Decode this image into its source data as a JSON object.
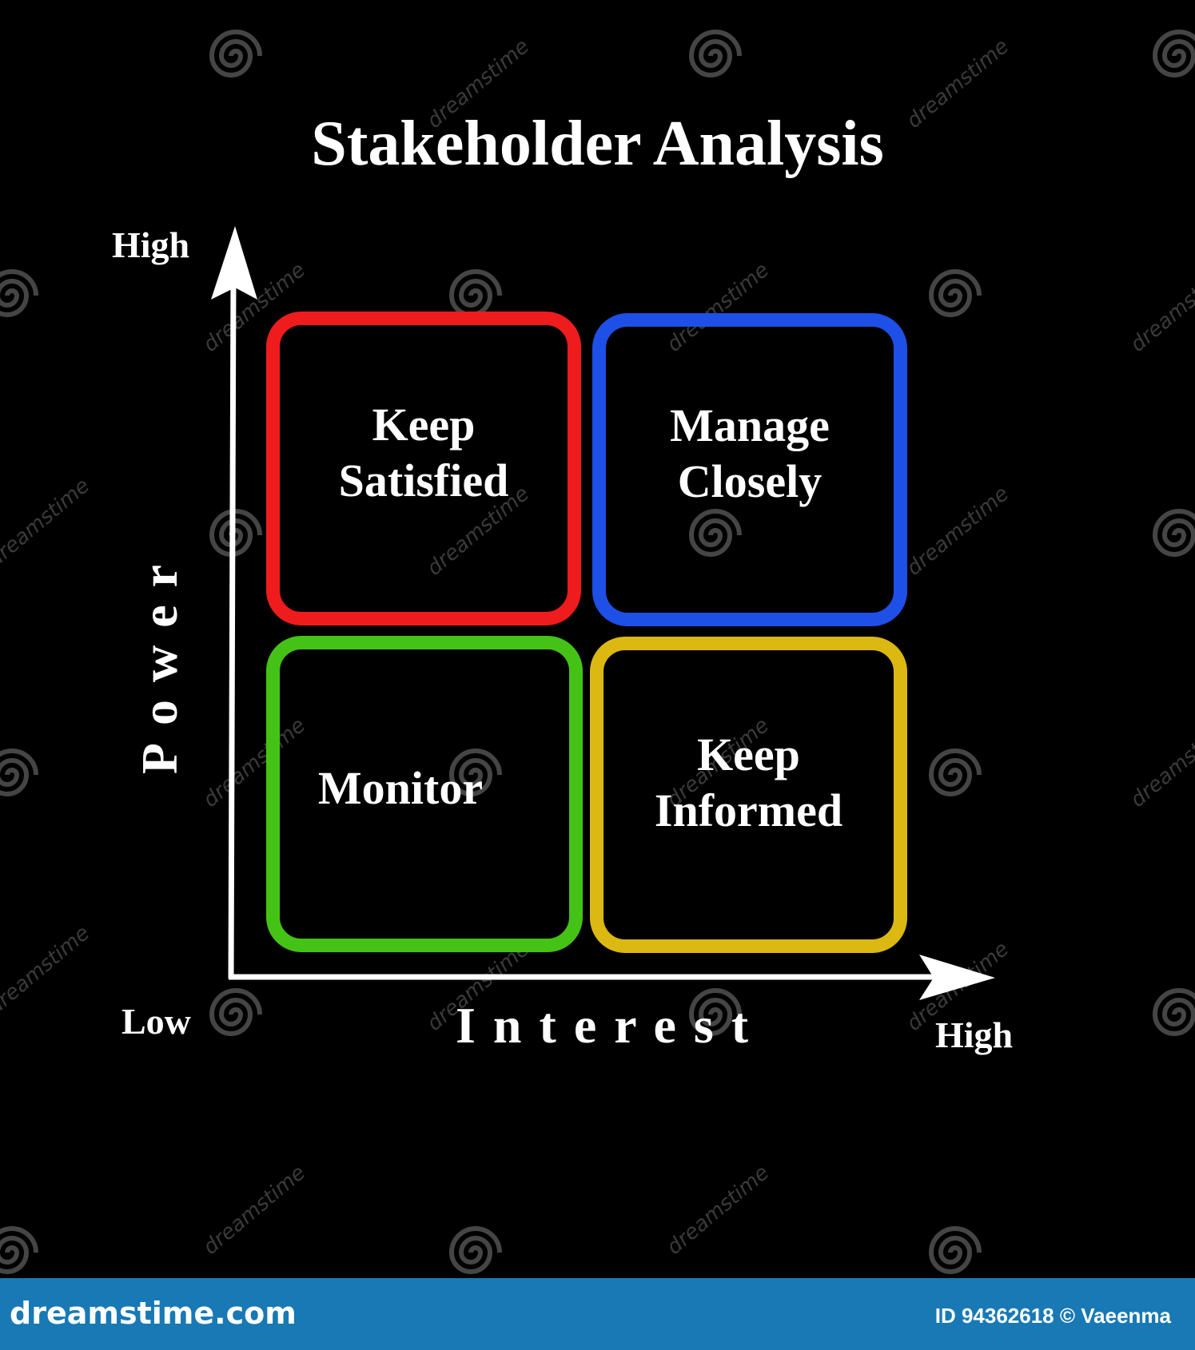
{
  "title": "Stakeholder Analysis",
  "axes": {
    "y_label": "Power",
    "x_label": "Interest",
    "y_high": "High",
    "origin_low": "Low",
    "x_high": "High",
    "color": "#ffffff"
  },
  "quadrants": [
    {
      "id": "keep-satisfied",
      "text": "Keep\nSatisfied",
      "color": "#ee1c1c"
    },
    {
      "id": "manage-closely",
      "text": "Manage\nClosely",
      "color": "#1e4fe6"
    },
    {
      "id": "monitor",
      "text": "Monitor",
      "color": "#44c316"
    },
    {
      "id": "keep-informed",
      "text": "Keep\nInformed",
      "color": "#dcb812"
    }
  ],
  "watermark": {
    "text": "dreamstime",
    "icon": "spiral-logo-icon"
  },
  "footer": {
    "brand": "dreamstime.com",
    "credit": "ID 94362618 © Vaeenma",
    "background": "#1879b4"
  }
}
